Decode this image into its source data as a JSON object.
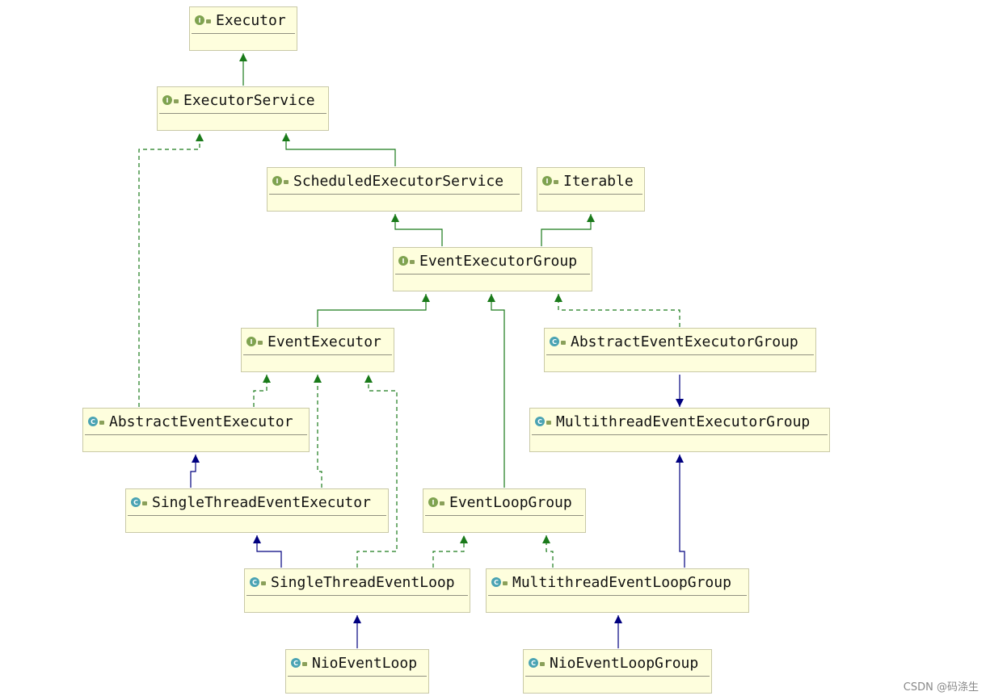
{
  "colors": {
    "interface_icon": "#7fa350",
    "class_icon": "#4aa3b3",
    "extends_edge": "#00007f",
    "implements_edge": "#1a7a1a",
    "box_fill": "#fefedd"
  },
  "nodes": {
    "executor": {
      "name": "Executor",
      "kind": "interface",
      "icon": "I"
    },
    "executorService": {
      "name": "ExecutorService",
      "kind": "interface",
      "icon": "I"
    },
    "scheduledExecutorService": {
      "name": "ScheduledExecutorService",
      "kind": "interface",
      "icon": "I"
    },
    "iterable": {
      "name": "Iterable",
      "kind": "interface",
      "icon": "I"
    },
    "eventExecutorGroup": {
      "name": "EventExecutorGroup",
      "kind": "interface",
      "icon": "I"
    },
    "eventExecutor": {
      "name": "EventExecutor",
      "kind": "interface",
      "icon": "I"
    },
    "abstractEventExecutorGroup": {
      "name": "AbstractEventExecutorGroup",
      "kind": "abstract-class",
      "icon": "C"
    },
    "abstractEventExecutor": {
      "name": "AbstractEventExecutor",
      "kind": "abstract-class",
      "icon": "C"
    },
    "multithreadEventExecutorGroup": {
      "name": "MultithreadEventExecutorGroup",
      "kind": "abstract-class",
      "icon": "C"
    },
    "singleThreadEventExecutor": {
      "name": "SingleThreadEventExecutor",
      "kind": "abstract-class",
      "icon": "C"
    },
    "eventLoopGroup": {
      "name": "EventLoopGroup",
      "kind": "interface",
      "icon": "I"
    },
    "singleThreadEventLoop": {
      "name": "SingleThreadEventLoop",
      "kind": "abstract-class",
      "icon": "C"
    },
    "multithreadEventLoopGroup": {
      "name": "MultithreadEventLoopGroup",
      "kind": "abstract-class",
      "icon": "C"
    },
    "nioEventLoop": {
      "name": "NioEventLoop",
      "kind": "class",
      "icon": "C"
    },
    "nioEventLoopGroup": {
      "name": "NioEventLoopGroup",
      "kind": "class",
      "icon": "C"
    }
  },
  "edges": [
    {
      "from": "executorService",
      "to": "executor",
      "type": "extends-interface"
    },
    {
      "from": "scheduledExecutorService",
      "to": "executorService",
      "type": "extends-interface"
    },
    {
      "from": "eventExecutorGroup",
      "to": "scheduledExecutorService",
      "type": "extends-interface"
    },
    {
      "from": "eventExecutorGroup",
      "to": "iterable",
      "type": "extends-interface"
    },
    {
      "from": "eventExecutor",
      "to": "eventExecutorGroup",
      "type": "extends-interface"
    },
    {
      "from": "eventLoopGroup",
      "to": "eventExecutorGroup",
      "type": "extends-interface"
    },
    {
      "from": "abstractEventExecutorGroup",
      "to": "eventExecutorGroup",
      "type": "implements"
    },
    {
      "from": "multithreadEventExecutorGroup",
      "to": "abstractEventExecutorGroup",
      "type": "extends"
    },
    {
      "from": "abstractEventExecutor",
      "to": "executorService",
      "type": "implements"
    },
    {
      "from": "abstractEventExecutor",
      "to": "eventExecutor",
      "type": "implements"
    },
    {
      "from": "singleThreadEventExecutor",
      "to": "abstractEventExecutor",
      "type": "extends"
    },
    {
      "from": "singleThreadEventExecutor",
      "to": "eventExecutor",
      "type": "implements"
    },
    {
      "from": "singleThreadEventLoop",
      "to": "singleThreadEventExecutor",
      "type": "extends"
    },
    {
      "from": "singleThreadEventLoop",
      "to": "eventExecutor",
      "type": "implements"
    },
    {
      "from": "singleThreadEventLoop",
      "to": "eventLoopGroup",
      "type": "implements"
    },
    {
      "from": "multithreadEventLoopGroup",
      "to": "eventLoopGroup",
      "type": "implements"
    },
    {
      "from": "multithreadEventLoopGroup",
      "to": "multithreadEventExecutorGroup",
      "type": "extends"
    },
    {
      "from": "nioEventLoop",
      "to": "singleThreadEventLoop",
      "type": "extends"
    },
    {
      "from": "nioEventLoopGroup",
      "to": "multithreadEventLoopGroup",
      "type": "extends"
    }
  ],
  "watermark": "CSDN @码涤生"
}
